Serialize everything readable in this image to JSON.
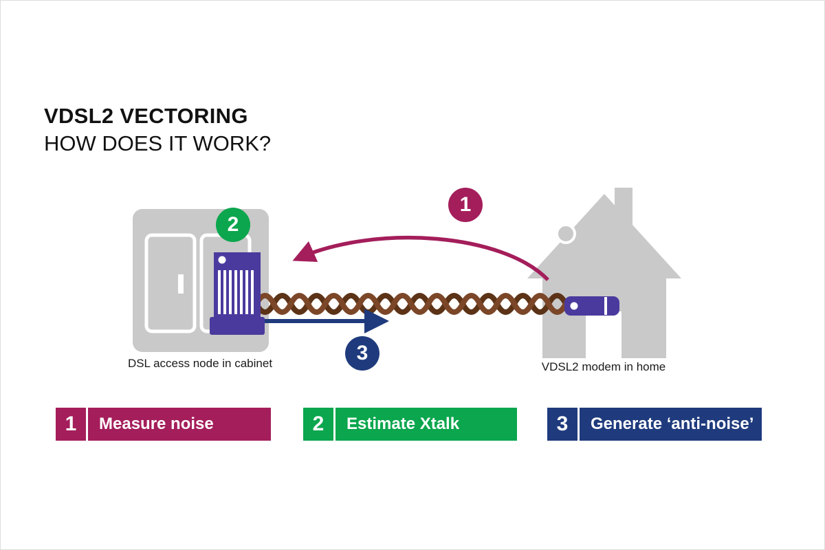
{
  "title": {
    "line1": "VDSL2 VECTORING",
    "line2": "HOW DOES IT WORK?"
  },
  "diagram": {
    "cabinet_label": "DSL access node in cabinet",
    "home_label": "VDSL2 modem in home",
    "badges": {
      "measure": "1",
      "estimate": "2",
      "generate": "3"
    }
  },
  "legend": {
    "items": [
      {
        "number": "1",
        "label": "Measure noise"
      },
      {
        "number": "2",
        "label": "Estimate Xtalk"
      },
      {
        "number": "3",
        "label": "Generate ‘anti-noise’"
      }
    ]
  },
  "colors": {
    "crimson": "#A41E5B",
    "green": "#0BA64D",
    "navy": "#1F3B7D",
    "purple": "#4B3A9E",
    "gray": "#C9C9C9",
    "cable_brown": "#7B4728",
    "cable_brown_dark": "#5C3317"
  }
}
